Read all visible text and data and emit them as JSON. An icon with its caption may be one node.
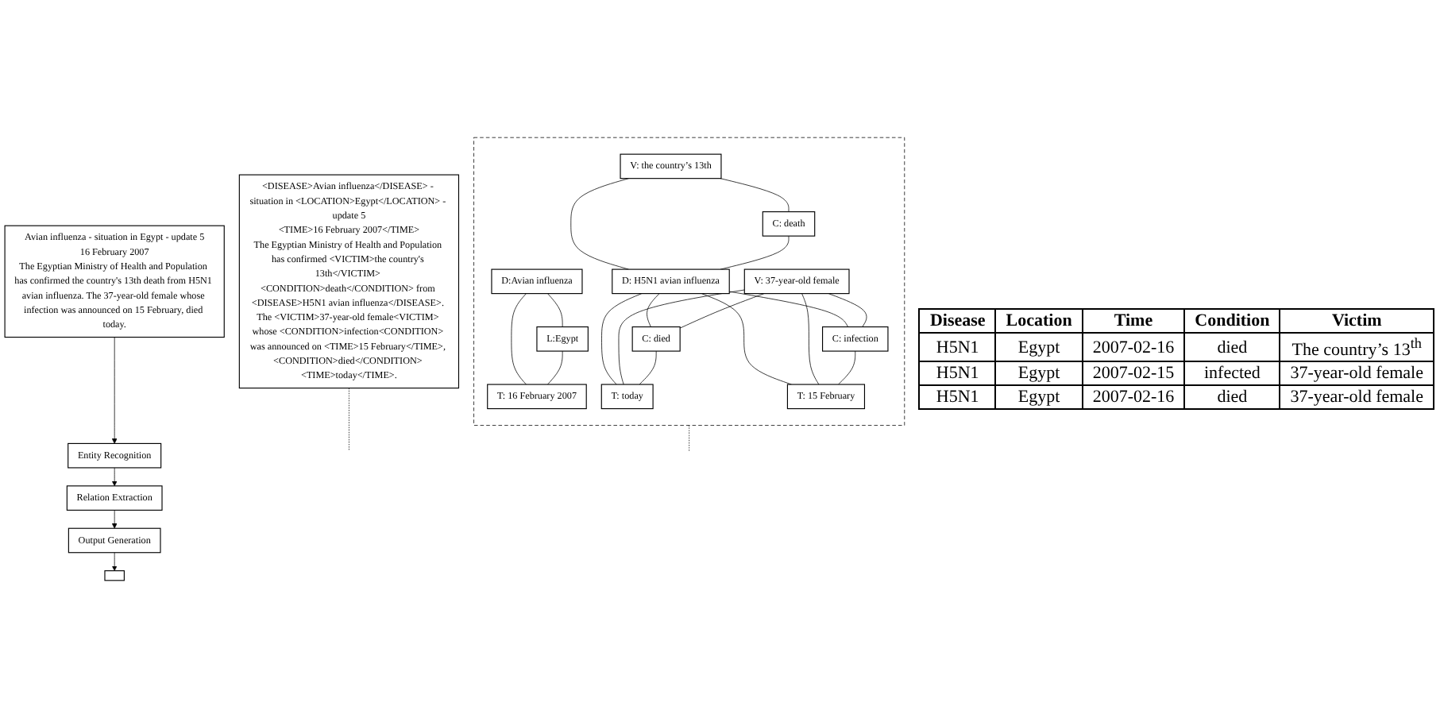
{
  "diagram": {
    "nodes": [
      {
        "text": [
          "Avian influenza - situation in Egypt - update 5",
          "16 February 2007",
          "The Egyptian Ministry of Health and Population has confirmed the country's 13th death from H5N1 avian influenza. The 37-year-old female whose infection was announced on 15 February, died today."
        ]
      },
      {
        "text": [
          "Entity Recognition"
        ]
      },
      {
        "text": [
          "Relation Extraction"
        ]
      },
      {
        "text": [
          "Output Generation"
        ]
      },
      {
        "text": [
          "<DISEASE>Avian influenza</DISEASE> - situation in <LOCATION>Egypt</LOCATION> - update 5",
          "<TIME>16 February 2007</TIME>",
          "The Egyptian Ministry of Health and Population has confirmed <VICTIM>the country's 13th</VICTIM> <CONDITION>death</CONDITION> from <DISEASE>H5N1 avian influenza</DISEASE>. The <VICTIM>37-year-old female<VICTIM> whose <CONDITION>infection<CONDITION> was announced on <TIME>15 February</TIME>, <CONDITION>died</CONDITION> <TIME>today</TIME>."
        ]
      },
      {
        "text": [],
        "shape": "box"
      },
      {
        "text": [
          "D:Avian influenza"
        ],
        "in": 5
      },
      {
        "text": [
          "L:Egypt"
        ],
        "in": 5
      },
      {
        "text": [
          "T: 16 February 2007"
        ],
        "in": 5
      },
      {
        "text": [
          "V: the country’s 13th"
        ],
        "in": 5
      },
      {
        "text": [
          "C: death"
        ],
        "in": 5
      },
      {
        "text": [
          "D: H5N1 avian influenza"
        ],
        "in": 5
      },
      {
        "text": [
          "V: 37-year-old female"
        ],
        "in": 5
      },
      {
        "text": [
          "C: died"
        ],
        "in": 5
      },
      {
        "text": [
          "T: today"
        ],
        "in": 5
      },
      {
        "text": [
          "C: infection"
        ],
        "in": 5
      },
      {
        "text": [
          "T: 15 February"
        ],
        "in": 5
      },
      {
        "text": [],
        "shape": "box"
      }
    ],
    "edges": [
      {
        "from": 0,
        "to": 1,
        "arrow": "to"
      },
      {
        "from": 1,
        "to": 2,
        "arrow": "to"
      },
      {
        "from": 2,
        "to": 3,
        "arrow": "to"
      },
      {
        "from": 3,
        "to": 17,
        "arrow": "to"
      },
      {
        "from": 4,
        "to": null,
        "arrow": "none",
        "style": "dashed"
      },
      {
        "from": 5,
        "to": null,
        "arrow": "none",
        "style": "dashed"
      },
      {
        "from": 6,
        "to": 7,
        "arrow": "none"
      },
      {
        "from": 6,
        "to": 8,
        "arrow": "none"
      },
      {
        "from": 7,
        "to": 8,
        "arrow": "none"
      },
      {
        "from": 9,
        "to": 10,
        "arrow": "none"
      },
      {
        "from": 9,
        "to": 11,
        "arrow": "none"
      },
      {
        "from": 10,
        "to": 11,
        "arrow": "none"
      },
      {
        "from": 11,
        "to": 13,
        "arrow": "none"
      },
      {
        "from": 11,
        "to": 14,
        "arrow": "none"
      },
      {
        "from": 11,
        "to": 15,
        "arrow": "none"
      },
      {
        "from": 11,
        "to": 16,
        "arrow": "none"
      },
      {
        "from": 12,
        "to": 13,
        "arrow": "none"
      },
      {
        "from": 12,
        "to": 14,
        "arrow": "none"
      },
      {
        "from": 12,
        "to": 15,
        "arrow": "none"
      },
      {
        "from": 12,
        "to": 16,
        "arrow": "none"
      },
      {
        "from": 13,
        "to": 14,
        "arrow": "none"
      },
      {
        "from": 15,
        "to": 16,
        "arrow": "none"
      }
    ],
    "labels": [
      "Disease",
      "Location",
      "Time",
      "Condition",
      "Victim",
      "H5N1",
      "Egypt",
      "2007-02-16",
      "died",
      "The country’s 13$^{th}$",
      "H5N1",
      "Egypt",
      "2007-02-15",
      "infected",
      "37-year-old female",
      "H5N1",
      "Egypt",
      "2007-02-16",
      "died",
      "37-year-old female"
    ]
  }
}
